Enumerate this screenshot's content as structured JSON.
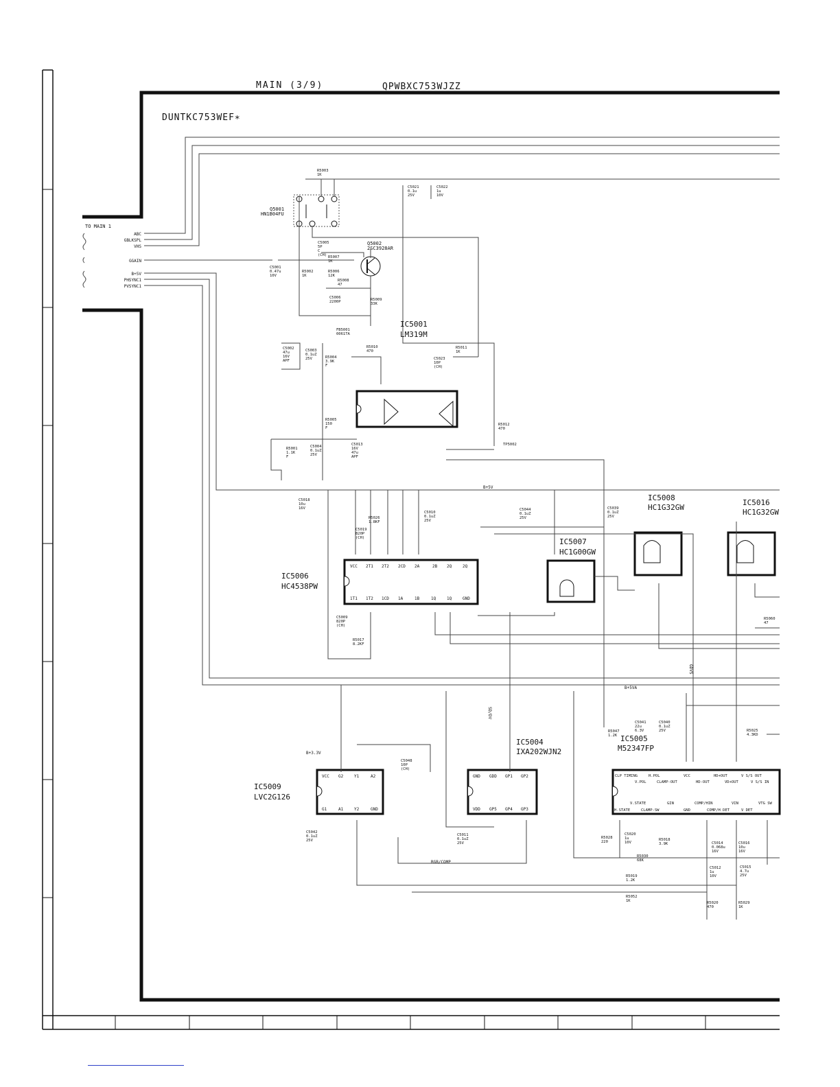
{
  "header": {
    "board": "MAIN (3/9)",
    "part_code": "QPWBXC753WJZZ",
    "unit": "DUNTKC753WEF∗"
  },
  "connector": {
    "title": "TO MAIN 1",
    "signals": [
      "ABC",
      "GBLKSPL",
      "VHS",
      "GGAIN",
      "B+5V",
      "PHSYNC1",
      "PVSYNC1"
    ]
  },
  "rails": {
    "b5v": "B+5V",
    "b5va": "B+5VA",
    "b33v": "B+3.3V"
  },
  "ics": [
    {
      "ref": "IC5001",
      "part": "LM319M"
    },
    {
      "ref": "IC5006",
      "part": "HC4538PW"
    },
    {
      "ref": "IC5007",
      "part": "HC1G00GW"
    },
    {
      "ref": "IC5008",
      "part": "HC1G32GW"
    },
    {
      "ref": "IC5016",
      "part": "HC1G32GW"
    },
    {
      "ref": "IC5004",
      "part": "IXA202WJN2"
    },
    {
      "ref": "IC5005",
      "part": "M52347FP"
    },
    {
      "ref": "IC5009",
      "part": "LVC2G126"
    }
  ],
  "transistors": [
    {
      "ref": "Q5001",
      "part": "HN1B04FU"
    },
    {
      "ref": "Q5002",
      "part": "2SC3928AR"
    }
  ],
  "components": [
    {
      "ref": "R5003",
      "value": "1K"
    },
    {
      "ref": "C5021",
      "value": "0.1u 25V"
    },
    {
      "ref": "C5022",
      "value": "1u 10V"
    },
    {
      "ref": "C5005",
      "value": "5P C (CH)"
    },
    {
      "ref": "R5007",
      "value": "1K"
    },
    {
      "ref": "C5001",
      "value": "0.47u 10V"
    },
    {
      "ref": "R5002",
      "value": "1K"
    },
    {
      "ref": "R5006",
      "value": "12K"
    },
    {
      "ref": "R5008",
      "value": "47"
    },
    {
      "ref": "C5006",
      "value": "2200P"
    },
    {
      "ref": "R5009",
      "value": "33K"
    },
    {
      "ref": "FB5001",
      "value": "0061TA"
    },
    {
      "ref": "C5002",
      "value": "47u 16V APF"
    },
    {
      "ref": "C5003",
      "value": "0.1uZ 25V"
    },
    {
      "ref": "R5004",
      "value": "3.9K F"
    },
    {
      "ref": "R5010",
      "value": "470"
    },
    {
      "ref": "R5011",
      "value": "1K"
    },
    {
      "ref": "C5023",
      "value": "10P (CH)"
    },
    {
      "ref": "R5005",
      "value": "150 F"
    },
    {
      "ref": "R5001",
      "value": "1.1K F"
    },
    {
      "ref": "C5004",
      "value": "0.1uZ 25V"
    },
    {
      "ref": "C5013",
      "value": "16V 47u APF"
    },
    {
      "ref": "R5012",
      "value": "470"
    },
    {
      "ref": "TP5002",
      "value": ""
    },
    {
      "ref": "C5018",
      "value": "10u 16V"
    },
    {
      "ref": "R5026",
      "value": "1.8KF"
    },
    {
      "ref": "C5019",
      "value": "820P (CH)"
    },
    {
      "ref": "C5010",
      "value": "0.1uZ 25V"
    },
    {
      "ref": "C5044",
      "value": "0.1uZ 25V"
    },
    {
      "ref": "C5039",
      "value": "0.1uZ 25V"
    },
    {
      "ref": "C5009",
      "value": "820P (CH)"
    },
    {
      "ref": "R5017",
      "value": "8.2KF"
    },
    {
      "ref": "R5060",
      "value": "47"
    },
    {
      "ref": "R5047",
      "value": "1.2K"
    },
    {
      "ref": "C5041",
      "value": "22u 6.3V"
    },
    {
      "ref": "C5040",
      "value": "0.1uZ 25V"
    },
    {
      "ref": "R5025",
      "value": "4.3KD"
    },
    {
      "ref": "C5048",
      "value": "10P (CH)"
    },
    {
      "ref": "C5042",
      "value": "0.1uZ 25V"
    },
    {
      "ref": "C5011",
      "value": "0.1uZ 25V"
    },
    {
      "ref": "R5028",
      "value": "220"
    },
    {
      "ref": "C5020",
      "value": "1u 10V"
    },
    {
      "ref": "R5018",
      "value": "3.9K"
    },
    {
      "ref": "R5030",
      "value": "68K"
    },
    {
      "ref": "C5014",
      "value": "0.068u 16V"
    },
    {
      "ref": "C5016",
      "value": "10u 16V"
    },
    {
      "ref": "C5012",
      "value": "1u 10V"
    },
    {
      "ref": "C5015",
      "value": "4.7u 25V"
    },
    {
      "ref": "R5019",
      "value": "1.2K"
    },
    {
      "ref": "R5052",
      "value": "1K"
    },
    {
      "ref": "R5020",
      "value": "470"
    },
    {
      "ref": "R5029",
      "value": "1K"
    }
  ],
  "nets": {
    "rgb_comp": "RGB/COMP",
    "sd_dv": "SD/DV",
    "gdvs": "GDVS"
  },
  "ic5006_pins_top": [
    "VCC",
    "2T1",
    "2T2",
    "2CD",
    "2A",
    "2B",
    "2Q",
    "2Q"
  ],
  "ic5006_pins_bottom": [
    "1T1",
    "1T2",
    "1CD",
    "1A",
    "1B",
    "1Q",
    "1Q",
    "GND"
  ],
  "ic5004_pins_top": [
    "GND",
    "GDD",
    "GP1",
    "GP2"
  ],
  "ic5004_pins_bottom": [
    "VDD",
    "GP5",
    "GP4",
    "GP3"
  ],
  "ic5009_pins_top": [
    "VCC",
    "G2",
    "Y1",
    "A2"
  ],
  "ic5009_pins_bottom": [
    "G1",
    "A1",
    "Y2",
    "GND"
  ],
  "ic5005_pins_top": [
    "CLP TIMING",
    "H.POL",
    "V.POL",
    "CLAMP-OUT",
    "VCC",
    "HD-OUT",
    "HD+OUT",
    "VD+OUT",
    "V S/S OUT",
    "V S/S IN"
  ],
  "ic5005_pins_bottom": [
    "H.STATE",
    "V.STATE",
    "CLAMP-SW",
    "GIN",
    "GND",
    "COMP/HIN",
    "COMP/H DET",
    "VIN",
    "V DET",
    "VTG SW"
  ]
}
